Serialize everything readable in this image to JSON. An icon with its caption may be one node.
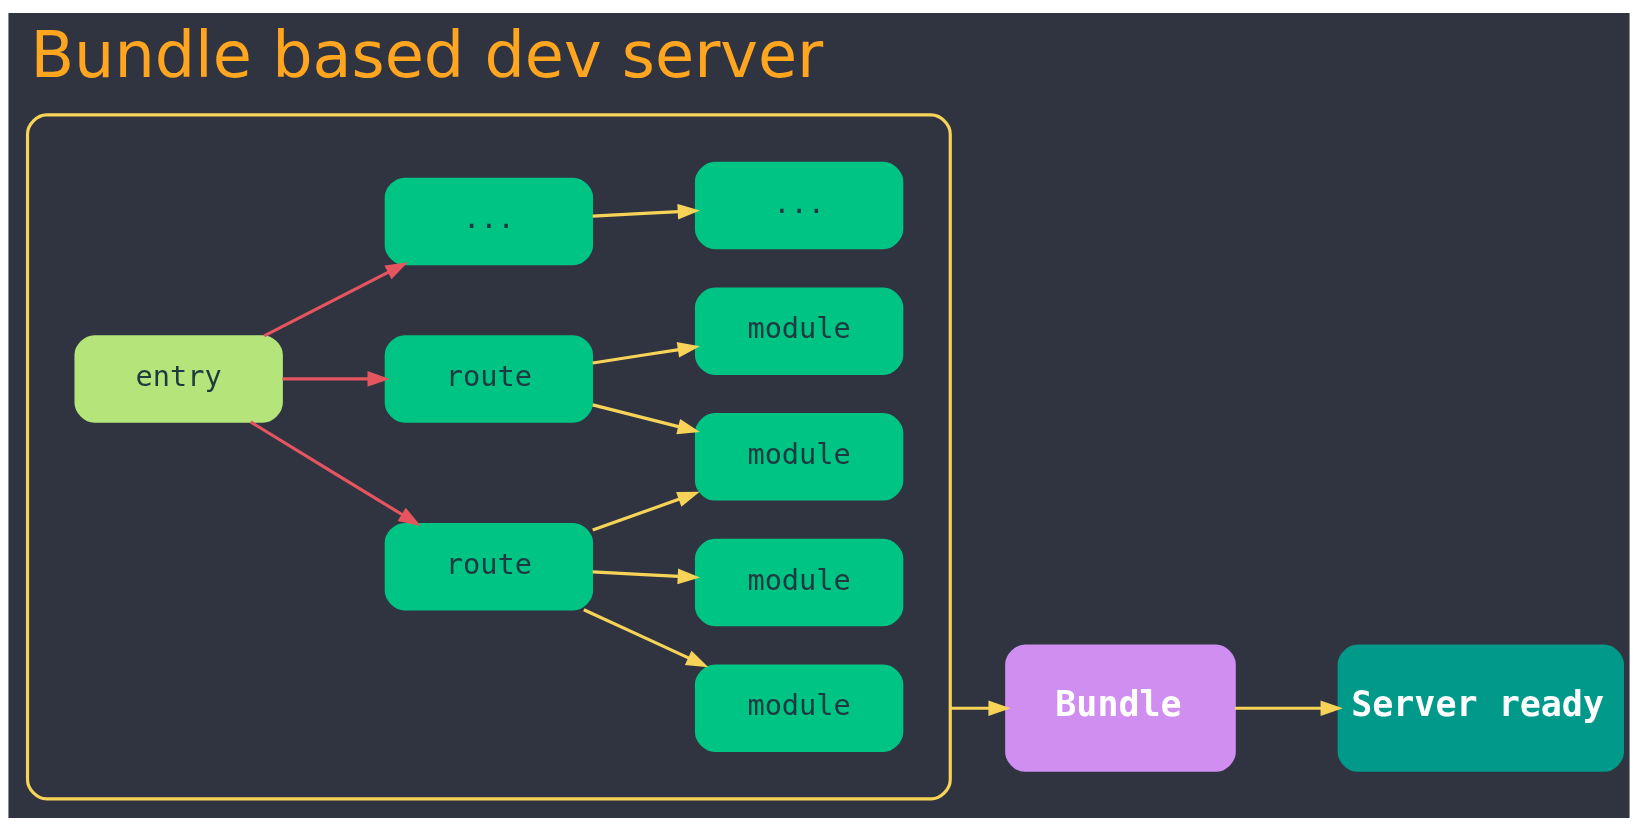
{
  "diagram": {
    "title": "Bundle based dev server",
    "nodes": [
      {
        "text": [],
        "shape": "box"
      },
      {
        "text": [
          "entry"
        ],
        "in": 0
      },
      {
        "text": [
          "route"
        ],
        "in": 0
      },
      {
        "text": [
          "route"
        ],
        "in": 0
      },
      {
        "text": [
          "..."
        ],
        "in": 0
      },
      {
        "text": [
          "module"
        ],
        "in": 0
      },
      {
        "text": [
          "module"
        ],
        "in": 0
      },
      {
        "text": [
          "module"
        ],
        "in": 0
      },
      {
        "text": [
          "module"
        ],
        "in": 0
      },
      {
        "text": [
          "..."
        ],
        "in": 0
      },
      {
        "text": [
          "Bundle"
        ]
      },
      {
        "text": [
          "Server ready"
        ]
      }
    ],
    "edges": [
      {
        "from": 1,
        "to": 2,
        "arrow": "to",
        "color": "#e5555f"
      },
      {
        "from": 1,
        "to": 3,
        "arrow": "to",
        "color": "#e5555f"
      },
      {
        "from": 1,
        "to": 4,
        "arrow": "to",
        "color": "#e5555f"
      },
      {
        "from": 2,
        "to": 5,
        "arrow": "to"
      },
      {
        "from": 2,
        "to": 6,
        "arrow": "to"
      },
      {
        "from": 2,
        "to": 7,
        "arrow": "to"
      },
      {
        "from": 3,
        "to": 7,
        "arrow": "to"
      },
      {
        "from": 3,
        "to": 8,
        "arrow": "to"
      },
      {
        "from": 4,
        "to": 9,
        "arrow": "to"
      },
      {
        "from": 0,
        "to": 10,
        "arrow": "to"
      },
      {
        "from": 10,
        "to": 11,
        "arrow": "to"
      }
    ]
  }
}
